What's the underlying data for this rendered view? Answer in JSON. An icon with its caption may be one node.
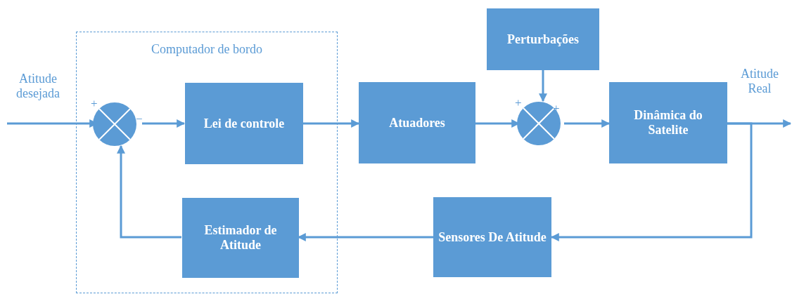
{
  "diagram": {
    "nodes": [
      {
        "text": [
          "Computador de bordo"
        ]
      },
      {
        "text": [
          "+",
          "−"
        ],
        "in": 0
      },
      {
        "text": [
          "Lei de controle"
        ],
        "in": 0
      },
      {
        "text": [
          "Estimador de Atitude"
        ],
        "in": 0
      },
      {
        "text": [
          "Perturbações"
        ]
      },
      {
        "text": [
          "Atuadores"
        ]
      },
      {
        "text": [
          "+",
          "+"
        ]
      },
      {
        "text": [
          "Dinâmica do Satelite"
        ]
      },
      {
        "text": [
          "Sensores De Atitude"
        ]
      }
    ],
    "edges": [
      {
        "from": null,
        "to": 1,
        "arrow": "to",
        "label": "Atitude desejada"
      },
      {
        "from": 1,
        "to": 2,
        "arrow": "to"
      },
      {
        "from": 2,
        "to": 5,
        "arrow": "to"
      },
      {
        "from": 5,
        "to": 6,
        "arrow": "to"
      },
      {
        "from": 4,
        "to": 6,
        "arrow": "to"
      },
      {
        "from": 6,
        "to": 7,
        "arrow": "to"
      },
      {
        "from": 7,
        "to": null,
        "arrow": "to",
        "label": "Atitude Real"
      },
      {
        "from": 7,
        "to": 8,
        "arrow": "to"
      },
      {
        "from": 8,
        "to": 3,
        "arrow": "to"
      },
      {
        "from": 3,
        "to": 1,
        "arrow": "to"
      }
    ]
  }
}
